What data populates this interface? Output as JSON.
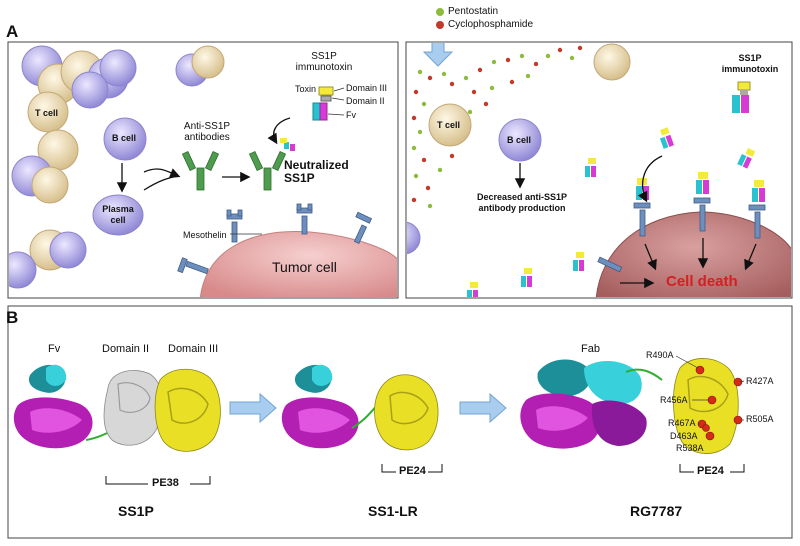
{
  "panel_a": {
    "letter": "A",
    "legend": {
      "pentostatin": "Pentostatin",
      "cyclophosphamide": "Cyclophosphamide"
    },
    "left": {
      "t_cell": "T cell",
      "b_cell": "B cell",
      "plasma_cell": "Plasma cell",
      "anti_antibodies": "Anti-SS1P antibodies",
      "immunotoxin_title": "SS1P immunotoxin",
      "toxin": "Toxin",
      "domain_iii": "Domain III",
      "domain_ii": "Domain II",
      "fv": "Fv",
      "neutralized": "Neutralized SS1P",
      "mesothelin": "Mesothelin",
      "tumor_cell": "Tumor cell"
    },
    "right": {
      "t_cell": "T cell",
      "b_cell": "B cell",
      "decreased": "Decreased anti-SS1P antibody production",
      "immunotoxin_title": "SS1P immunotoxin",
      "cell_death": "Cell death"
    }
  },
  "panel_b": {
    "letter": "B",
    "labels": {
      "fv": "Fv",
      "domain_ii": "Domain II",
      "domain_iii": "Domain III",
      "fab": "Fab"
    },
    "brackets": {
      "pe38": "PE38",
      "pe24_a": "PE24",
      "pe24_b": "PE24"
    },
    "names": {
      "ss1p": "SS1P",
      "ss1lr": "SS1-LR",
      "rg7787": "RG7787"
    },
    "mutations": [
      "R490A",
      "R427A",
      "R456A",
      "R505A",
      "R467A",
      "D463A",
      "R538A"
    ]
  },
  "colors": {
    "tcell": "#ead9b0",
    "bcell": "#b7b0e8",
    "tumor": "#e7a6a6",
    "fv_cyan": "#29c3d0",
    "fv_magenta": "#d63bd6",
    "domain_yellow": "#f3ea3a",
    "domain_white": "#e6e6e6",
    "antibody_green": "#4f9b4f",
    "receptor_blue": "#6d8fbd",
    "cell_death_red": "#d32020",
    "pentostatin": "#8dbb3c",
    "cyclophosphamide": "#c0392b"
  }
}
